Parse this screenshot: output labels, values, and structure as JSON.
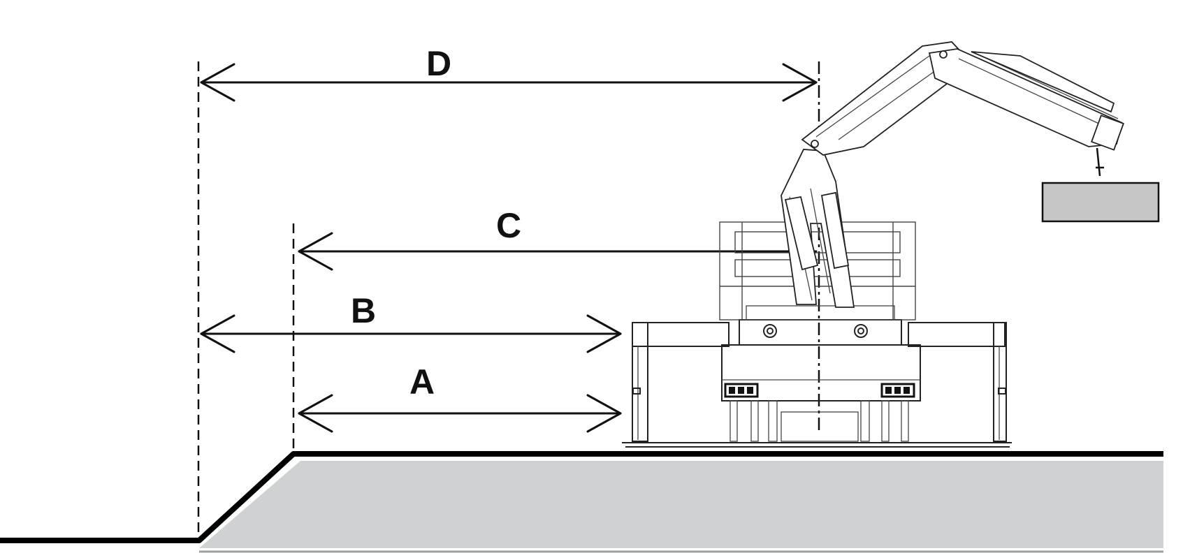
{
  "diagram": {
    "labels": {
      "a": "A",
      "b": "B",
      "c": "C",
      "d": "D"
    },
    "colors": {
      "line": "#111111",
      "ground_fill": "#cfd2d3",
      "load_fill": "#c6c6c6",
      "background": "#ffffff"
    }
  }
}
